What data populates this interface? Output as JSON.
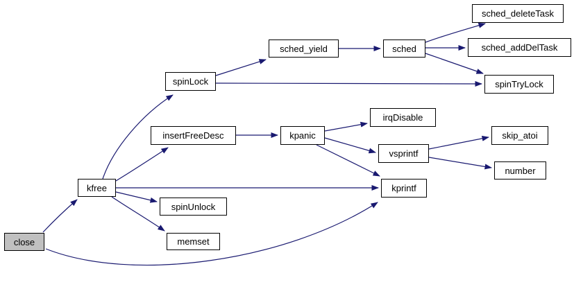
{
  "diagram": {
    "type": "call-graph",
    "background_color": "#ffffff",
    "edge_color": "#191970",
    "node_border_color": "#000000",
    "node_fill_color": "#ffffff",
    "root_node_fill_color": "#c0c0c0",
    "root": "close",
    "nodes": {
      "close": {
        "label": "close"
      },
      "kfree": {
        "label": "kfree"
      },
      "spinLock": {
        "label": "spinLock"
      },
      "insertFreeDesc": {
        "label": "insertFreeDesc"
      },
      "spinUnlock": {
        "label": "spinUnlock"
      },
      "memset": {
        "label": "memset"
      },
      "sched_yield": {
        "label": "sched_yield"
      },
      "kpanic": {
        "label": "kpanic"
      },
      "sched": {
        "label": "sched"
      },
      "irqDisable": {
        "label": "irqDisable"
      },
      "vsprintf": {
        "label": "vsprintf"
      },
      "kprintf": {
        "label": "kprintf"
      },
      "sched_deleteTask": {
        "label": "sched_deleteTask"
      },
      "sched_addDelTask": {
        "label": "sched_addDelTask"
      },
      "spinTryLock": {
        "label": "spinTryLock"
      },
      "skip_atoi": {
        "label": "skip_atoi"
      },
      "number": {
        "label": "number"
      }
    },
    "edges": [
      {
        "from": "close",
        "to": "kfree"
      },
      {
        "from": "close",
        "to": "kprintf"
      },
      {
        "from": "kfree",
        "to": "spinLock"
      },
      {
        "from": "kfree",
        "to": "insertFreeDesc"
      },
      {
        "from": "kfree",
        "to": "kprintf"
      },
      {
        "from": "kfree",
        "to": "spinUnlock"
      },
      {
        "from": "kfree",
        "to": "memset"
      },
      {
        "from": "spinLock",
        "to": "sched_yield"
      },
      {
        "from": "spinLock",
        "to": "spinTryLock"
      },
      {
        "from": "sched_yield",
        "to": "sched"
      },
      {
        "from": "sched",
        "to": "sched_deleteTask"
      },
      {
        "from": "sched",
        "to": "sched_addDelTask"
      },
      {
        "from": "sched",
        "to": "spinTryLock"
      },
      {
        "from": "insertFreeDesc",
        "to": "kpanic"
      },
      {
        "from": "kpanic",
        "to": "irqDisable"
      },
      {
        "from": "kpanic",
        "to": "vsprintf"
      },
      {
        "from": "kpanic",
        "to": "kprintf"
      },
      {
        "from": "vsprintf",
        "to": "skip_atoi"
      },
      {
        "from": "vsprintf",
        "to": "number"
      }
    ]
  }
}
